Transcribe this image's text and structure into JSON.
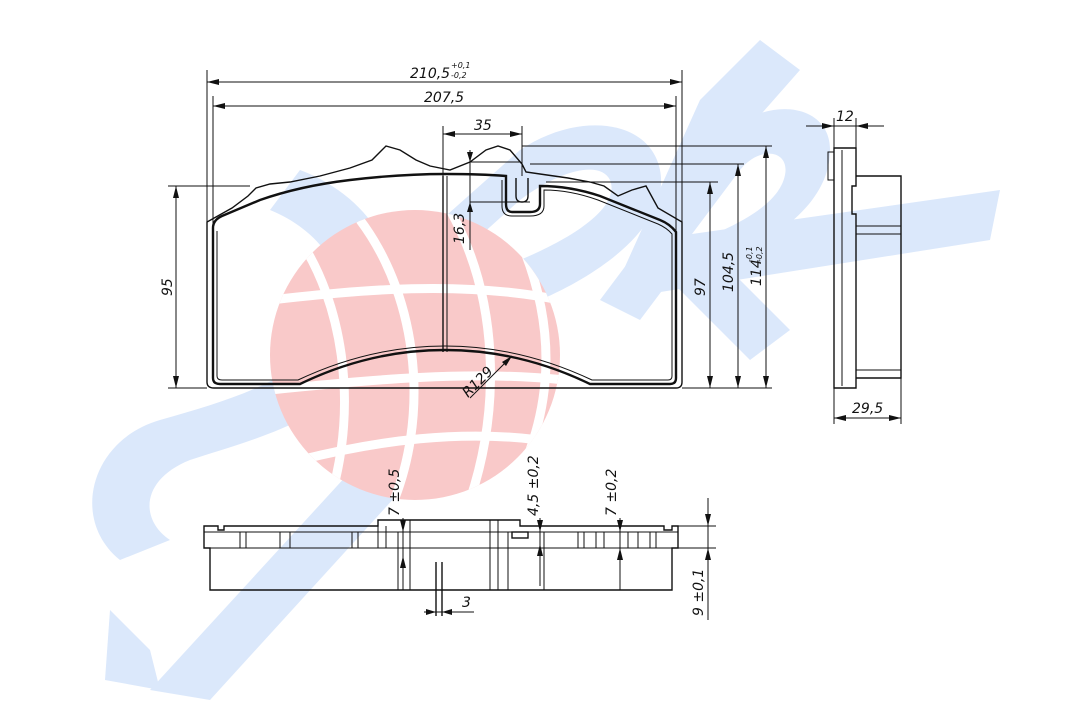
{
  "watermark": {
    "letters": "SPRL",
    "letter_color": "#dbe8fb",
    "globe_color": "#f9c9c9"
  },
  "main_view": {
    "overall_width_label": "210,5",
    "overall_width_tol_upper": "+0,1",
    "overall_width_tol_lower": "-0,2",
    "plate_width_label": "207,5",
    "slot_offset_label": "35",
    "slot_depth_label": "16,3",
    "left_height_label": "95",
    "height_97_label": "97",
    "height_1045_label": "104,5",
    "height_114_label": "114",
    "height_114_tol_upper": "-0,1",
    "height_114_tol_lower": "-0,2",
    "radius_label": "R129"
  },
  "side_view": {
    "backing_label": "12",
    "total_label": "29,5"
  },
  "bottom_view": {
    "notch_left_label": "7 ±0,5",
    "notch_mid_label": "4,5 ±0,2",
    "notch_right_label": "7 ±0,2",
    "plate_thickness_label": "9 ±0,1",
    "groove_width_label": "3"
  }
}
